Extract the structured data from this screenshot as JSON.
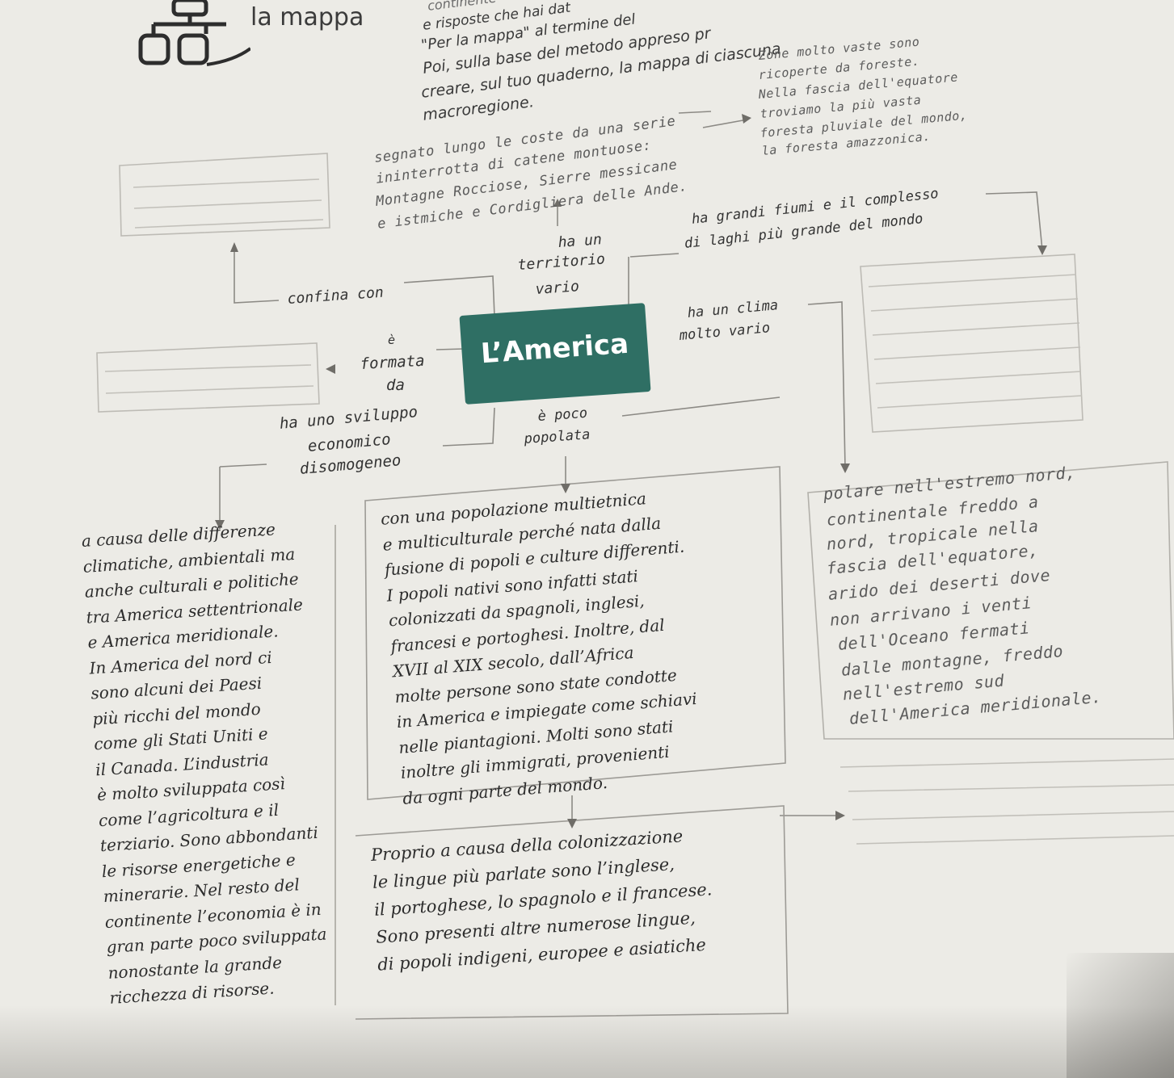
{
  "header": {
    "title": "la mappa",
    "line0": "continente",
    "line1": "e risposte che hai dat",
    "line2": "\"Per la mappa\" al termine del",
    "line3": "Poi, sulla base del metodo appreso pr",
    "line4": "creare, sul tuo quaderno, la mappa di ciascuna",
    "line5": "macroregione."
  },
  "center": {
    "title": "L’America"
  },
  "labels": {
    "confina": "confina con",
    "e": "è",
    "formata": "formata",
    "da": "da",
    "ha_un": "ha un",
    "territorio": "territorio",
    "vario": "vario",
    "ha_grandi": "ha grandi fiumi e il complesso",
    "laghi": "di laghi più grande del mondo",
    "ha_un_clima": "ha un clima",
    "molto_vario": "molto vario",
    "sviluppo1": "ha uno sviluppo",
    "sviluppo2": "economico",
    "sviluppo3": "disomogeneo",
    "poco1": "è poco",
    "poco2": "popolata"
  },
  "notes": {
    "segnato": [
      "segnato lungo le coste da una serie",
      "ininterrotta di catene montuose:",
      "Montagne Rocciose, Sierre messicane",
      "e istmiche e Cordigliera delle Ande."
    ],
    "zone": [
      "Zone molto vaste sono",
      "ricoperte da foreste.",
      "Nella fascia dell'equatore",
      "troviamo la più vasta",
      "foresta pluviale del mondo,",
      "la foresta amazzonica."
    ],
    "clima": [
      "polare nell'estremo nord,",
      "continentale freddo a",
      "nord, tropicale nella",
      "fascia dell'equatore,",
      "arido dei deserti dove",
      "non arrivano i venti",
      "dell'Oceano fermati",
      "dalle montagne, freddo",
      "nell'estremo sud",
      "dell'America meridionale."
    ]
  },
  "blocks": {
    "left": [
      "a causa delle differenze",
      "climatiche, ambientali ma",
      "anche culturali e politiche",
      "tra America settentrionale",
      "e America meridionale.",
      "In America del nord ci",
      "sono alcuni dei Paesi",
      "più ricchi del mondo",
      "come gli Stati Uniti e",
      "il Canada. L’industria",
      "è molto sviluppata così",
      "come l’agricoltura e il",
      "terziario. Sono abbondanti",
      "le risorse energetiche e",
      "minerarie. Nel resto del",
      "continente l’economia è in",
      "gran parte poco sviluppata",
      "nonostante la grande",
      "ricchezza di risorse."
    ],
    "middle": [
      "con una popolazione multietnica",
      "e multiculturale perché nata dalla",
      "fusione di popoli e culture differenti.",
      "I popoli nativi sono infatti stati",
      "colonizzati da spagnoli, inglesi,",
      "francesi e portoghesi. Inoltre, dal",
      "XVII al XIX secolo, dall’Africa",
      "molte persone sono state condotte",
      "in America e impiegate come schiavi",
      "nelle piantagioni. Molti sono stati",
      "inoltre gli immigrati, provenienti",
      "da ogni parte del mondo."
    ],
    "bottom": [
      "Proprio a causa della colonizzazione",
      "le lingue più parlate sono l’inglese,",
      "il portoghese, lo spagnolo e il francese.",
      "Sono presenti altre numerose lingue,",
      "di popoli indigeni, europee e asiatiche"
    ]
  }
}
